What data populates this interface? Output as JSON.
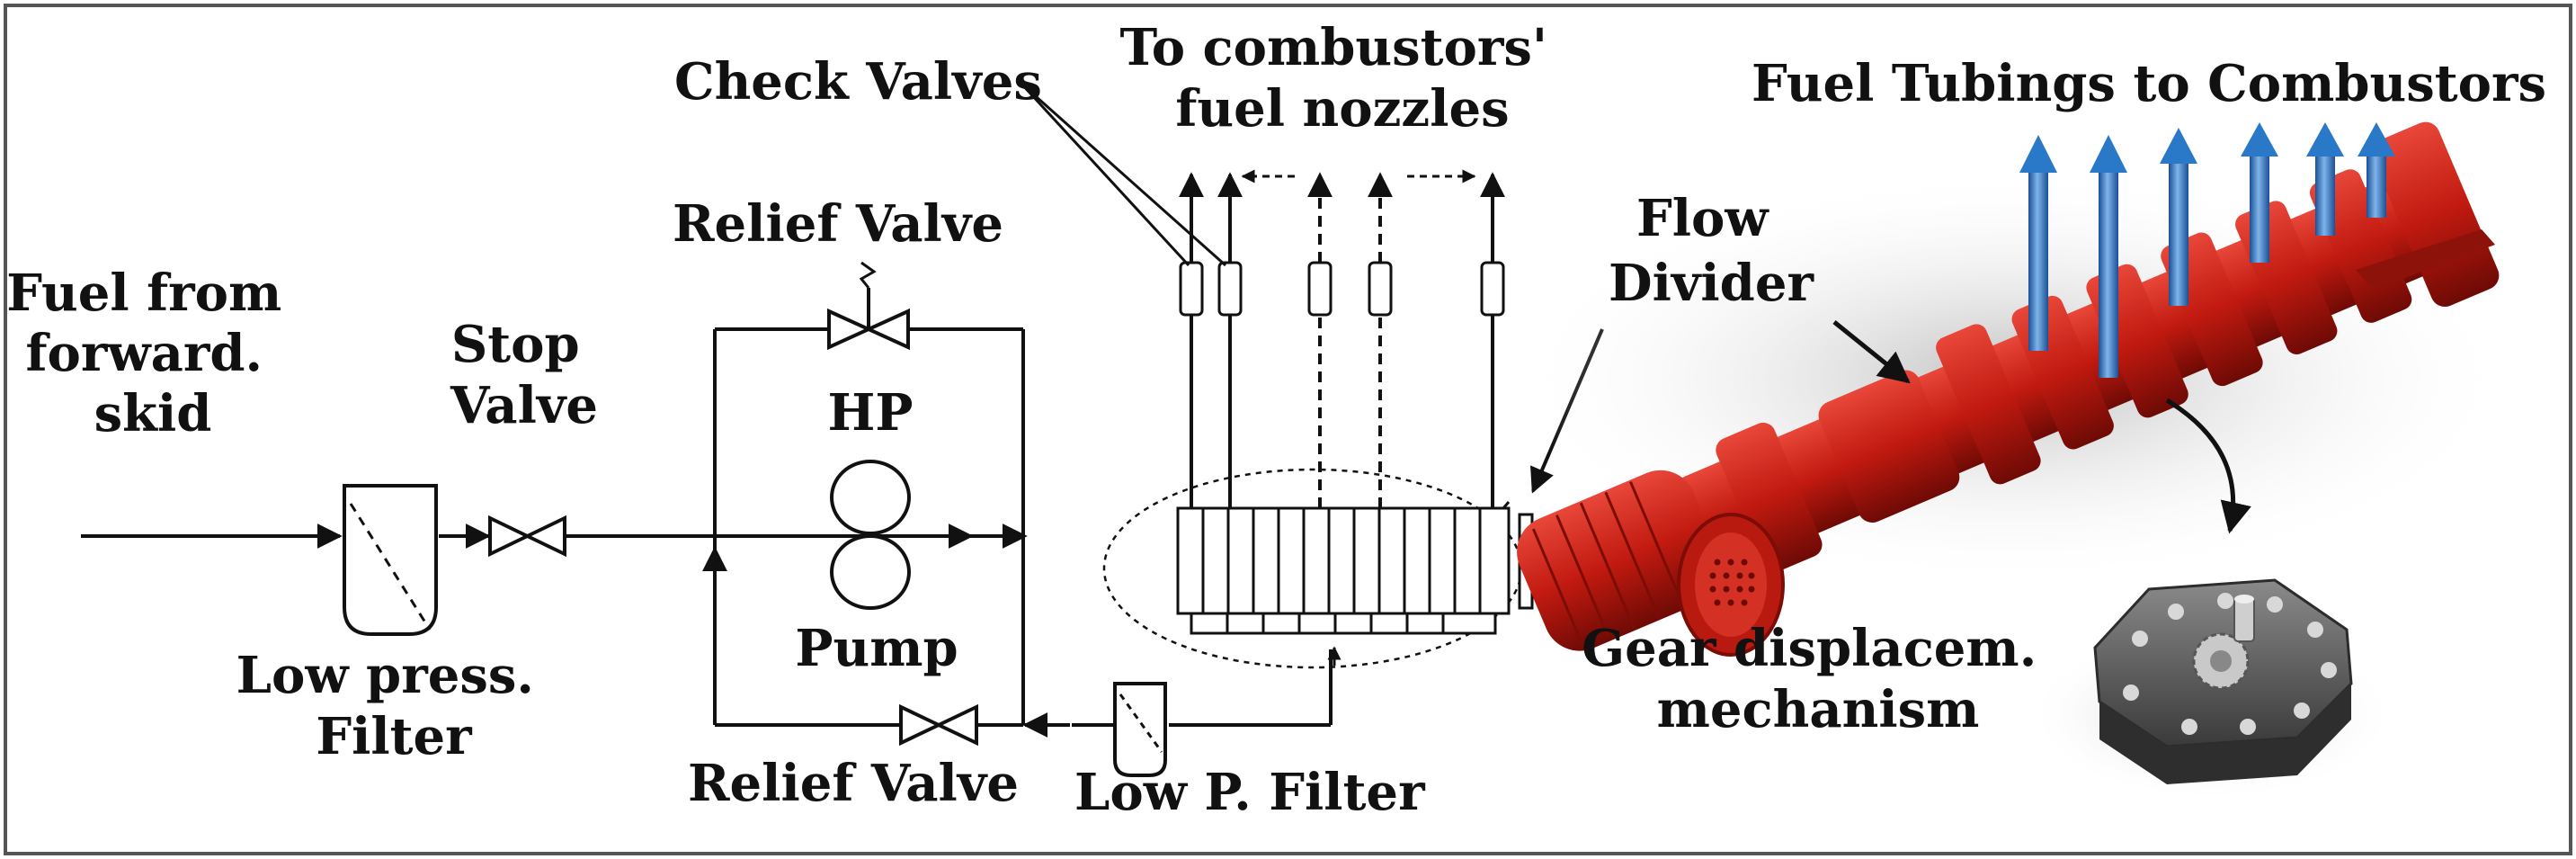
{
  "colors": {
    "line": "#111111",
    "frame": "#555555",
    "arrow_blue": "#2a78c8",
    "arrow_blue_light": "#7fb4ea",
    "arrow_blue_dark": "#1a4f96",
    "divider_red": "#c21a10",
    "divider_red_dark": "#7c0c06",
    "mechanism_grey": "#5a5a5a"
  },
  "labels": {
    "fuel_source": [
      "Fuel from",
      "forward.",
      "skid"
    ],
    "stop_valve": [
      "Stop",
      "Valve"
    ],
    "low_press_filter": [
      "Low press.",
      "Filter"
    ],
    "relief_valve_top": "Relief Valve",
    "hp": "HP",
    "pump": "Pump",
    "relief_valve_bottom": "Relief Valve",
    "low_p_filter": "Low P. Filter",
    "check_valves": "Check Valves",
    "to_combustors": [
      "To combustors'",
      "fuel nozzles"
    ],
    "flow_divider": [
      "Flow",
      "Divider"
    ],
    "fuel_tubings": "Fuel Tubings to Combustors",
    "gear_mechanism": [
      "Gear displacem.",
      "mechanism"
    ]
  },
  "icons": {
    "blue_arrows": "fuel-tubing-arrow-icon",
    "divider_photo": "flow-divider-photo",
    "mechanism_photo": "gear-mechanism-photo"
  }
}
